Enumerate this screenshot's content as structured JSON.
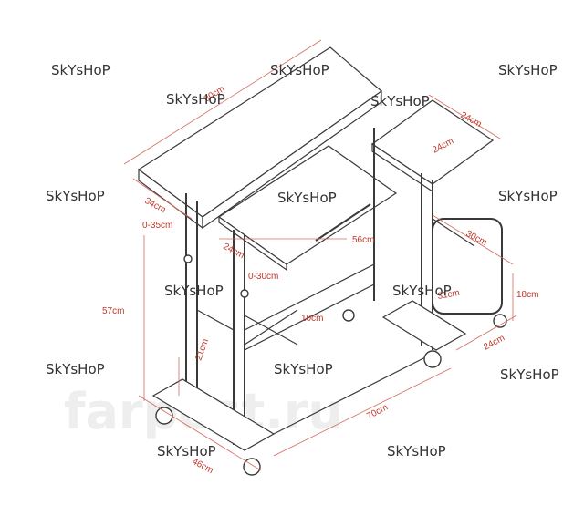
{
  "watermark": "SkYsHoP",
  "background_mark": "farpost.ru",
  "dimensions": {
    "top_length": "80cm",
    "top_depth": "34cm",
    "side_shelf_width": "24cm",
    "side_shelf_depth": "24cm",
    "top_height_adjust": "0-35cm",
    "tilt_depth": "24cm",
    "tilt_length": "56cm",
    "tilt_adjust": "0-30cm",
    "basket_width": "30cm",
    "basket_height": "18cm",
    "basket_depth": "24cm",
    "basket_length": "31cm",
    "total_height": "57cm",
    "crossbar_gap": "10cm",
    "lower_height": "21cm",
    "base_length": "70cm",
    "base_depth": "46cm"
  },
  "colors": {
    "dimension": "#c0392b",
    "frame": "#3a3a3a"
  }
}
